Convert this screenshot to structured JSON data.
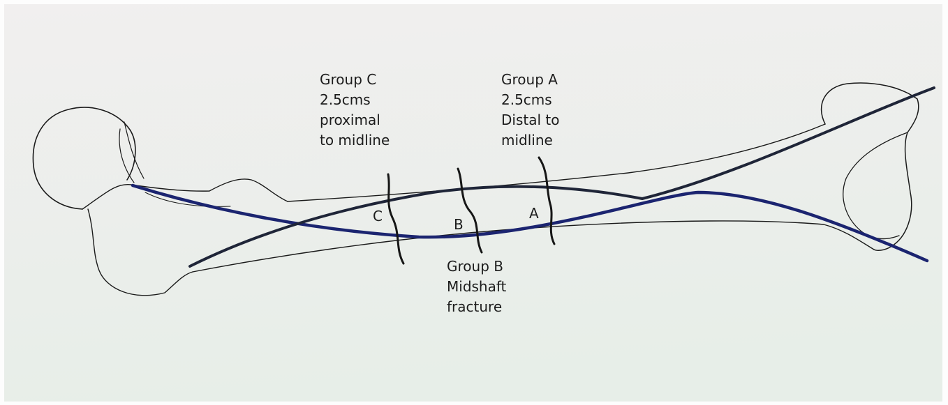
{
  "labels": {
    "group_c": "Group C\n2.5cms\nproximal\nto midline",
    "group_a": "Group A\n2.5cms\nDistal to\nmidline",
    "group_b": "Group B\nMidshaft\nfracture"
  },
  "markers": {
    "c": "C",
    "b": "B",
    "a": "A"
  },
  "colors": {
    "paper_top": "#f1efef",
    "paper_bottom": "#e7eee8",
    "outline": "#1a1a1a",
    "nail_blue": "#1b2470",
    "nail_dark": "#1f2538",
    "cut_line": "#161616"
  }
}
